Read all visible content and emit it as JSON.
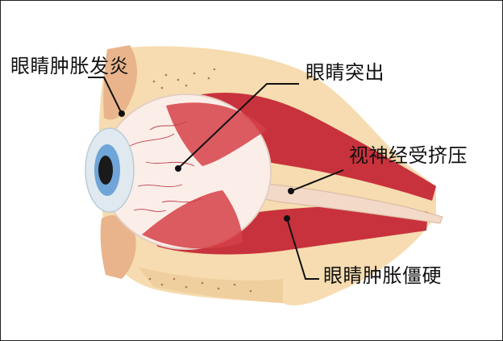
{
  "labels": {
    "eye_swelling_inflammation": "眼睛肿胀发炎",
    "eye_protrusion": "眼睛突出",
    "optic_nerve_compression": "视神经受挤压",
    "eye_swelling_stiffness": "眼睛肿胀僵硬"
  },
  "colors": {
    "orbit_tissue": "#f6dcb0",
    "eyelid_skin": "#e9b48b",
    "eyeball": "#fbeee8",
    "iris": "#6fa5d8",
    "pupil": "#1a1a1a",
    "muscle": "#c8323c",
    "muscle_light": "#e56a6a",
    "nerve": "#f3d9c8",
    "blood_vessel": "#c04050",
    "leader_line": "#111111"
  },
  "icons": {
    "eye_anatomy": "eye-cross-section-illustration"
  }
}
